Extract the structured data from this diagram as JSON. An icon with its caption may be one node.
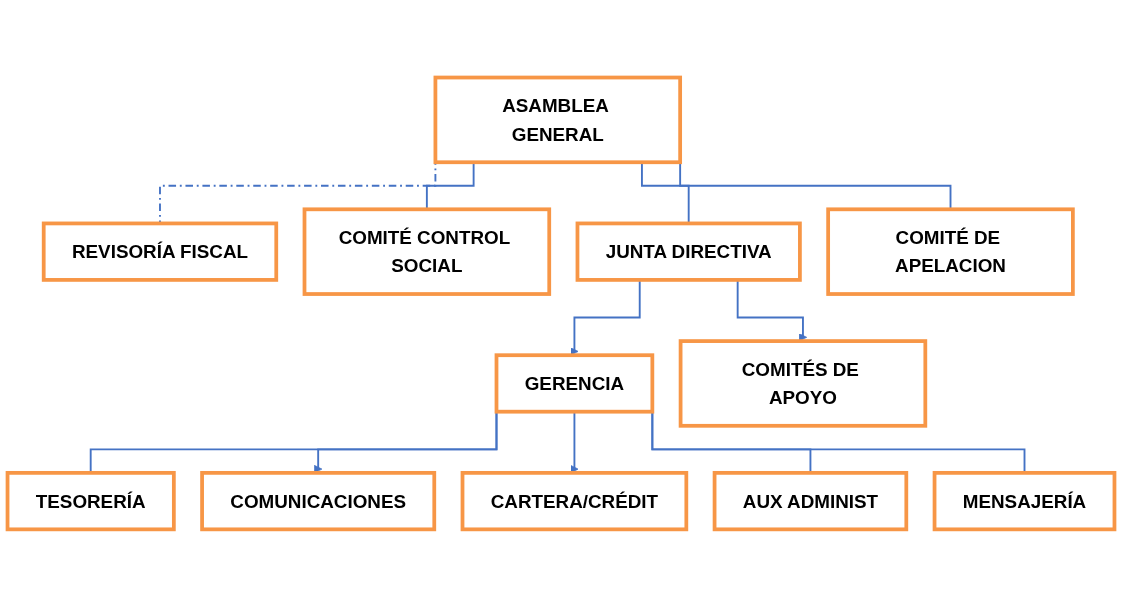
{
  "diagram": {
    "nodes": [
      {
        "text": [
          "ASAMBLEA GENERAL"
        ]
      },
      {
        "text": [
          "REVISORÍA FISCAL"
        ]
      },
      {
        "text": [
          "COMITÉ CONTROL SOCIAL"
        ]
      },
      {
        "text": [
          "JUNTA DIRECTIVA"
        ]
      },
      {
        "text": [
          "COMITÉ DE APELACION"
        ]
      },
      {
        "text": [
          "GERENCIA"
        ]
      },
      {
        "text": [
          "COMITÉS DE APOYO"
        ]
      },
      {
        "text": [
          "TESORERÍA"
        ]
      },
      {
        "text": [
          "COMUNICACIONES"
        ]
      },
      {
        "text": [
          "CARTERA/CRÉDIT"
        ]
      },
      {
        "text": [
          "AUX ADMINIST"
        ]
      },
      {
        "text": [
          "MENSAJERÍA"
        ]
      }
    ],
    "edges": [
      {
        "from": 0,
        "to": 1,
        "arrow": "none",
        "style": "dashed"
      },
      {
        "from": 0,
        "to": 2,
        "arrow": "none"
      },
      {
        "from": 0,
        "to": 3,
        "arrow": "none"
      },
      {
        "from": 0,
        "to": 4,
        "arrow": "none"
      },
      {
        "from": 3,
        "to": 5,
        "arrow": "to"
      },
      {
        "from": 3,
        "to": 6,
        "arrow": "to"
      },
      {
        "from": 5,
        "to": 7,
        "arrow": "none"
      },
      {
        "from": 5,
        "to": 8,
        "arrow": "to"
      },
      {
        "from": 5,
        "to": 9,
        "arrow": "to"
      },
      {
        "from": 5,
        "to": 10,
        "arrow": "none"
      },
      {
        "from": 5,
        "to": 11,
        "arrow": "none"
      }
    ]
  }
}
